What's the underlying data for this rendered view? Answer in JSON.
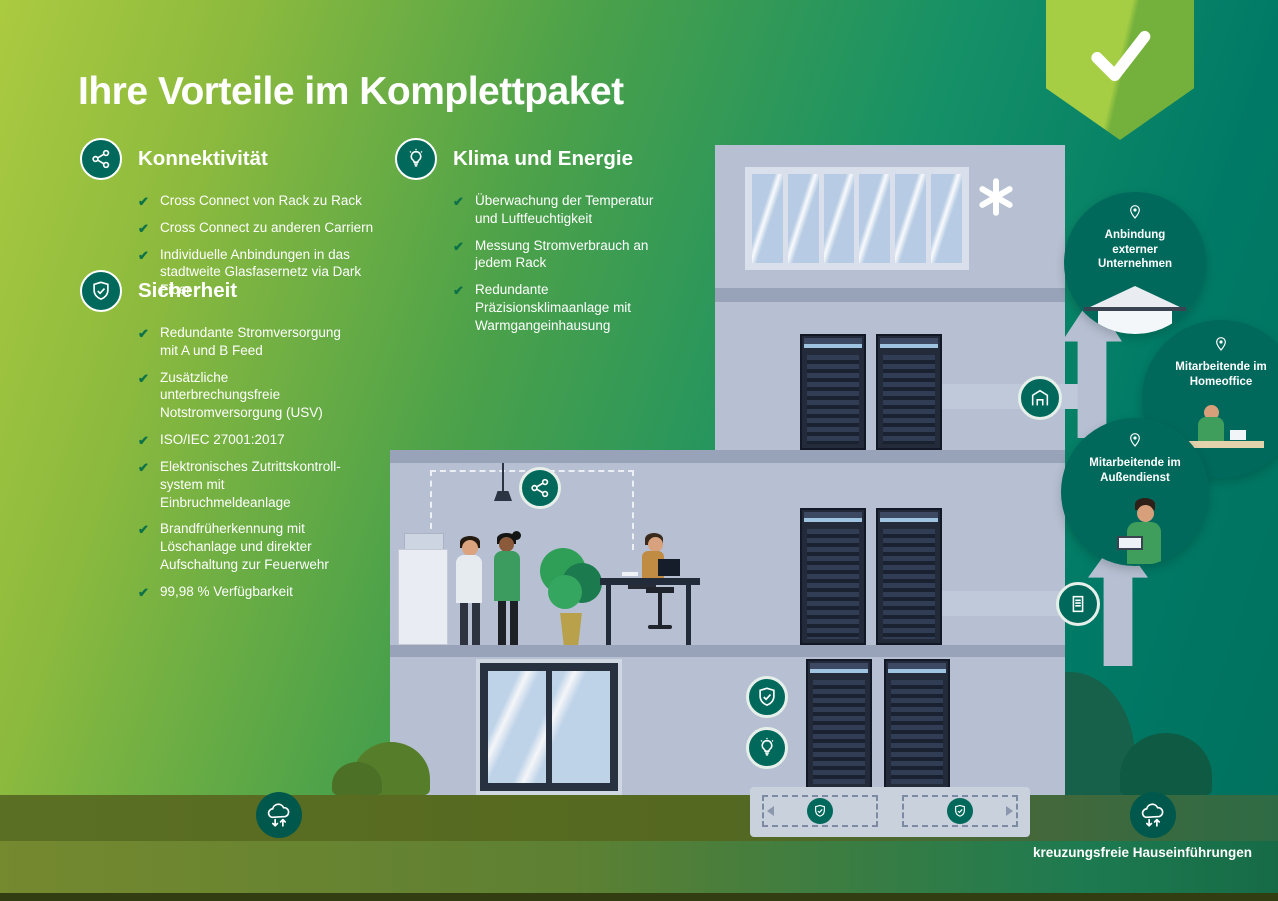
{
  "title": "Ihre Vorteile im Komplettpaket",
  "sections": [
    {
      "heading": "Konnektivität",
      "icon": "network-icon",
      "items": [
        "Cross Connect von Rack zu Rack",
        "Cross Connect zu anderen Carriern",
        "Individuelle Anbindungen in das stadtweite Glasfasernetz via Dark Fiber"
      ]
    },
    {
      "heading": "Sicherheit",
      "icon": "shield-icon",
      "items": [
        "Redundante Stromversorgung mit A und B Feed",
        "Zusätzliche unterbrechungsfreie Notstromversorgung (USV)",
        "ISO/IEC 27001:2017",
        "Elektronisches Zutrittskontroll-system mit Einbruchmeldeanlage",
        "Brandfrüherkennung mit Löschanlage und direkter Aufschaltung zur Feuerwehr",
        "99,98 % Verfügbarkeit"
      ]
    },
    {
      "heading": "Klima und Energie",
      "icon": "bulb-icon",
      "items": [
        "Überwachung der Temperatur und Luftfeuchtigkeit",
        "Messung Stromverbrauch an jedem Rack",
        "Redundante Präzisionsklimaanlage mit Warmgangeinhausung"
      ]
    }
  ],
  "badges": [
    {
      "label": "Anbindung externer Unternehmen",
      "icon": "location-pin-icon"
    },
    {
      "label": "Mitarbeitende im Homeoffice",
      "icon": "location-pin-icon"
    },
    {
      "label": "Mitarbeitende im Außendienst",
      "icon": "location-pin-icon"
    }
  ],
  "footer": {
    "caption": "kreuzungsfreie Hauseinführungen"
  },
  "colors": {
    "background_start": "#abca40",
    "background_end": "#00705d",
    "accent_teal": "#00695c",
    "building_gray": "#b6c0d2",
    "check_green": "#0d7247",
    "ground_olive": "#5b6f24",
    "ribbon_green": "#a6ce45"
  }
}
